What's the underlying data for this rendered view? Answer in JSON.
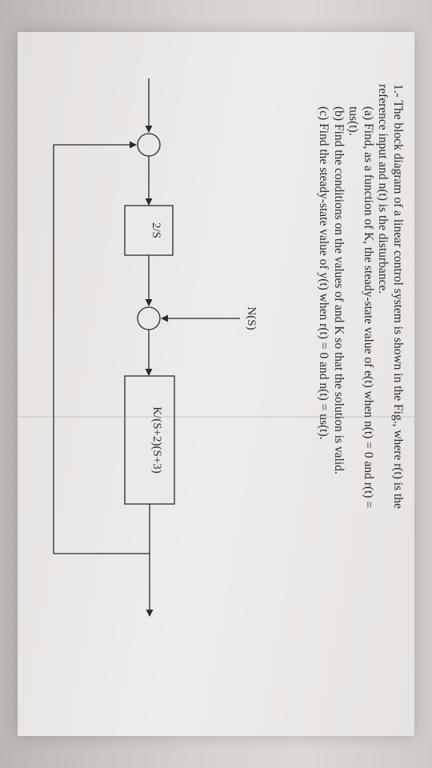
{
  "problem": {
    "line1": "1.- The block diagram of a linear control system is shown in the Fig., where r(t) is the",
    "line2": "reference input and n(t) is the disturbance.",
    "part_a1": "(a) Find, as a function of K, the steady-state value of e(t) when n(t) = 0 and r(t) =",
    "part_a2": "tus(t).",
    "part_b": "(b) Find the conditions on the values of and K so that the solution is valid.",
    "part_c": "(c) Find the steady-state value of y(t) when r(t) = 0 and n(t) = us(t)."
  },
  "diagram": {
    "block1_label": "2/S",
    "block2_label": "K/(S+2)(S+3)",
    "disturbance_label": "N(S)"
  },
  "colors": {
    "ink": "#2b2b2b",
    "paper": "#ecebe9"
  }
}
